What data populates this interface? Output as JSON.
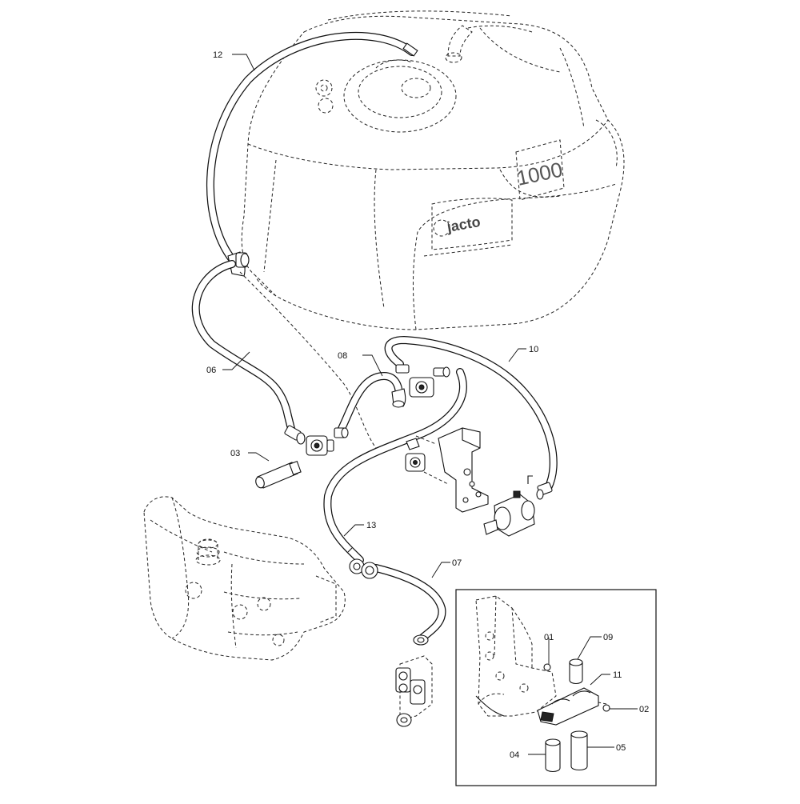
{
  "callouts": {
    "c01": "01",
    "c02": "02",
    "c03": "03",
    "c04": "04",
    "c05": "05",
    "c06": "06",
    "c07": "07",
    "c08": "08",
    "c09": "09",
    "c10": "10",
    "c11": "11",
    "c12": "12",
    "c13": "13"
  },
  "tank_brand": "jacto",
  "tank_capacity": "1000"
}
